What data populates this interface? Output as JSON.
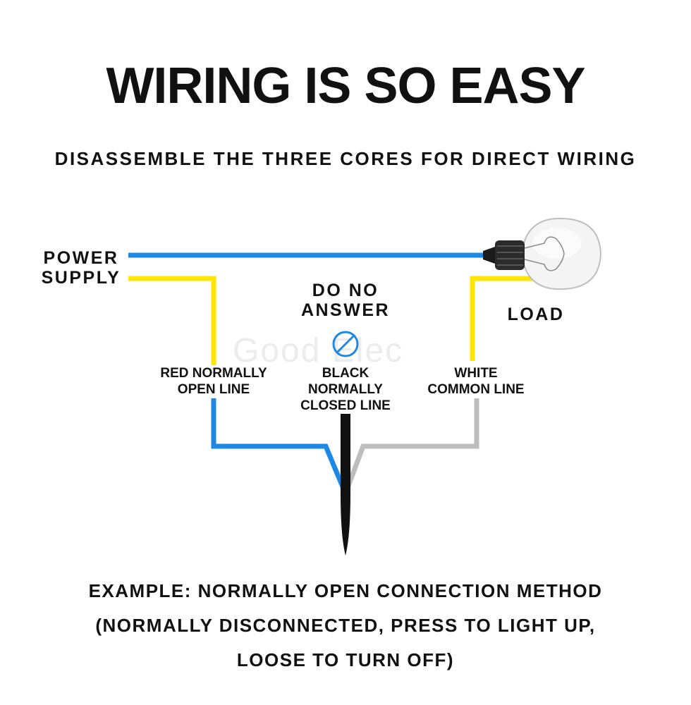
{
  "title": "WIRING IS SO EASY",
  "subtitle": "DISASSEMBLE THE THREE CORES FOR DIRECT WIRING",
  "labels": {
    "power_supply_line1": "POWER",
    "power_supply_line2": "SUPPLY",
    "do_no_answer_line1": "DO NO",
    "do_no_answer_line2": "ANSWER",
    "load": "LOAD",
    "red_line1": "RED NORMALLY",
    "red_line2": "OPEN LINE",
    "black_line1": "BLACK NORMALLY",
    "black_line2": "CLOSED LINE",
    "white_line1": "WHITE",
    "white_line2": "COMMON LINE"
  },
  "watermark": "Good Elec",
  "footer": {
    "line1": "EXAMPLE: NORMALLY OPEN CONNECTION METHOD",
    "line2": "(NORMALLY DISCONNECTED, PRESS TO LIGHT UP,",
    "line3": "LOOSE TO TURN OFF)"
  },
  "colors": {
    "blue_wire": "#1e88e5",
    "yellow_wire": "#ffe600",
    "black_wire": "#111111",
    "white_wire": "#bdbdbd",
    "no_answer_icon": "#1e88e5"
  },
  "icons": {
    "bulb": "light-bulb-icon",
    "no_answer": "circle-slash-icon"
  }
}
